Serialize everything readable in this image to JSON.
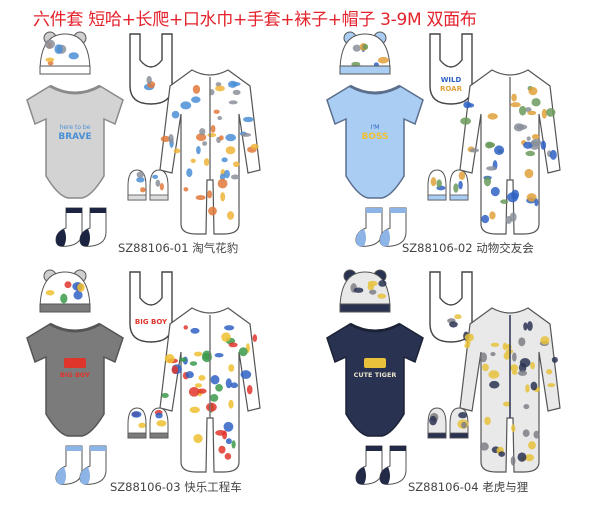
{
  "title": "六件套 短哈+长爬+口水巾+手套+袜子+帽子 3-9M   双面布",
  "sets": [
    {
      "code": "SZ88106-01 淘气花豹",
      "bodysuit_print": [
        "here to be",
        "BRAVE"
      ],
      "bib_print": [],
      "colors": {
        "bodysuit": "#d3d3d3",
        "trim": "#8a8a8a",
        "sock_accent": "#1c2442",
        "hat_band": "#ffffff",
        "romper": "#ffffff",
        "print": [
          "#4a8fd6",
          "#e0783a",
          "#8a8f9a",
          "#f0b43a"
        ]
      }
    },
    {
      "code": "SZ88106-02 动物交友会",
      "bodysuit_print": [
        "I'M",
        "BOSS"
      ],
      "bib_print": [
        "WILD",
        "ROAR"
      ],
      "colors": {
        "bodysuit": "#aacdf3",
        "trim": "#5b6f8c",
        "sock_accent": "#8db4e6",
        "hat_band": "#aacdf3",
        "romper": "#ffffff",
        "print": [
          "#2f62c4",
          "#e0a13a",
          "#6a9a5a",
          "#8a8f9a"
        ]
      }
    },
    {
      "code": "SZ88106-03 快乐工程车",
      "bodysuit_print": [
        "",
        "BIG BOY"
      ],
      "bib_print": [
        "BIG BOY"
      ],
      "colors": {
        "bodysuit": "#7b7b7b",
        "trim": "#555555",
        "sock_accent": "#8db4e6",
        "hat_band": "#7b7b7b",
        "romper": "#ffffff",
        "print": [
          "#e0352b",
          "#2f62c4",
          "#f0c030",
          "#3a9a4a"
        ]
      }
    },
    {
      "code": "SZ88106-04 老虎与狸",
      "bodysuit_print": [
        "",
        "CUTE TIGER"
      ],
      "bib_print": [],
      "colors": {
        "bodysuit": "#2a3252",
        "trim": "#1c2236",
        "sock_accent": "#232a48",
        "hat_band": "#2a3252",
        "romper": "#e9e9e9",
        "print": [
          "#e8c23a",
          "#7e7e86",
          "#2a3252",
          "#e8c23a"
        ]
      }
    }
  ]
}
